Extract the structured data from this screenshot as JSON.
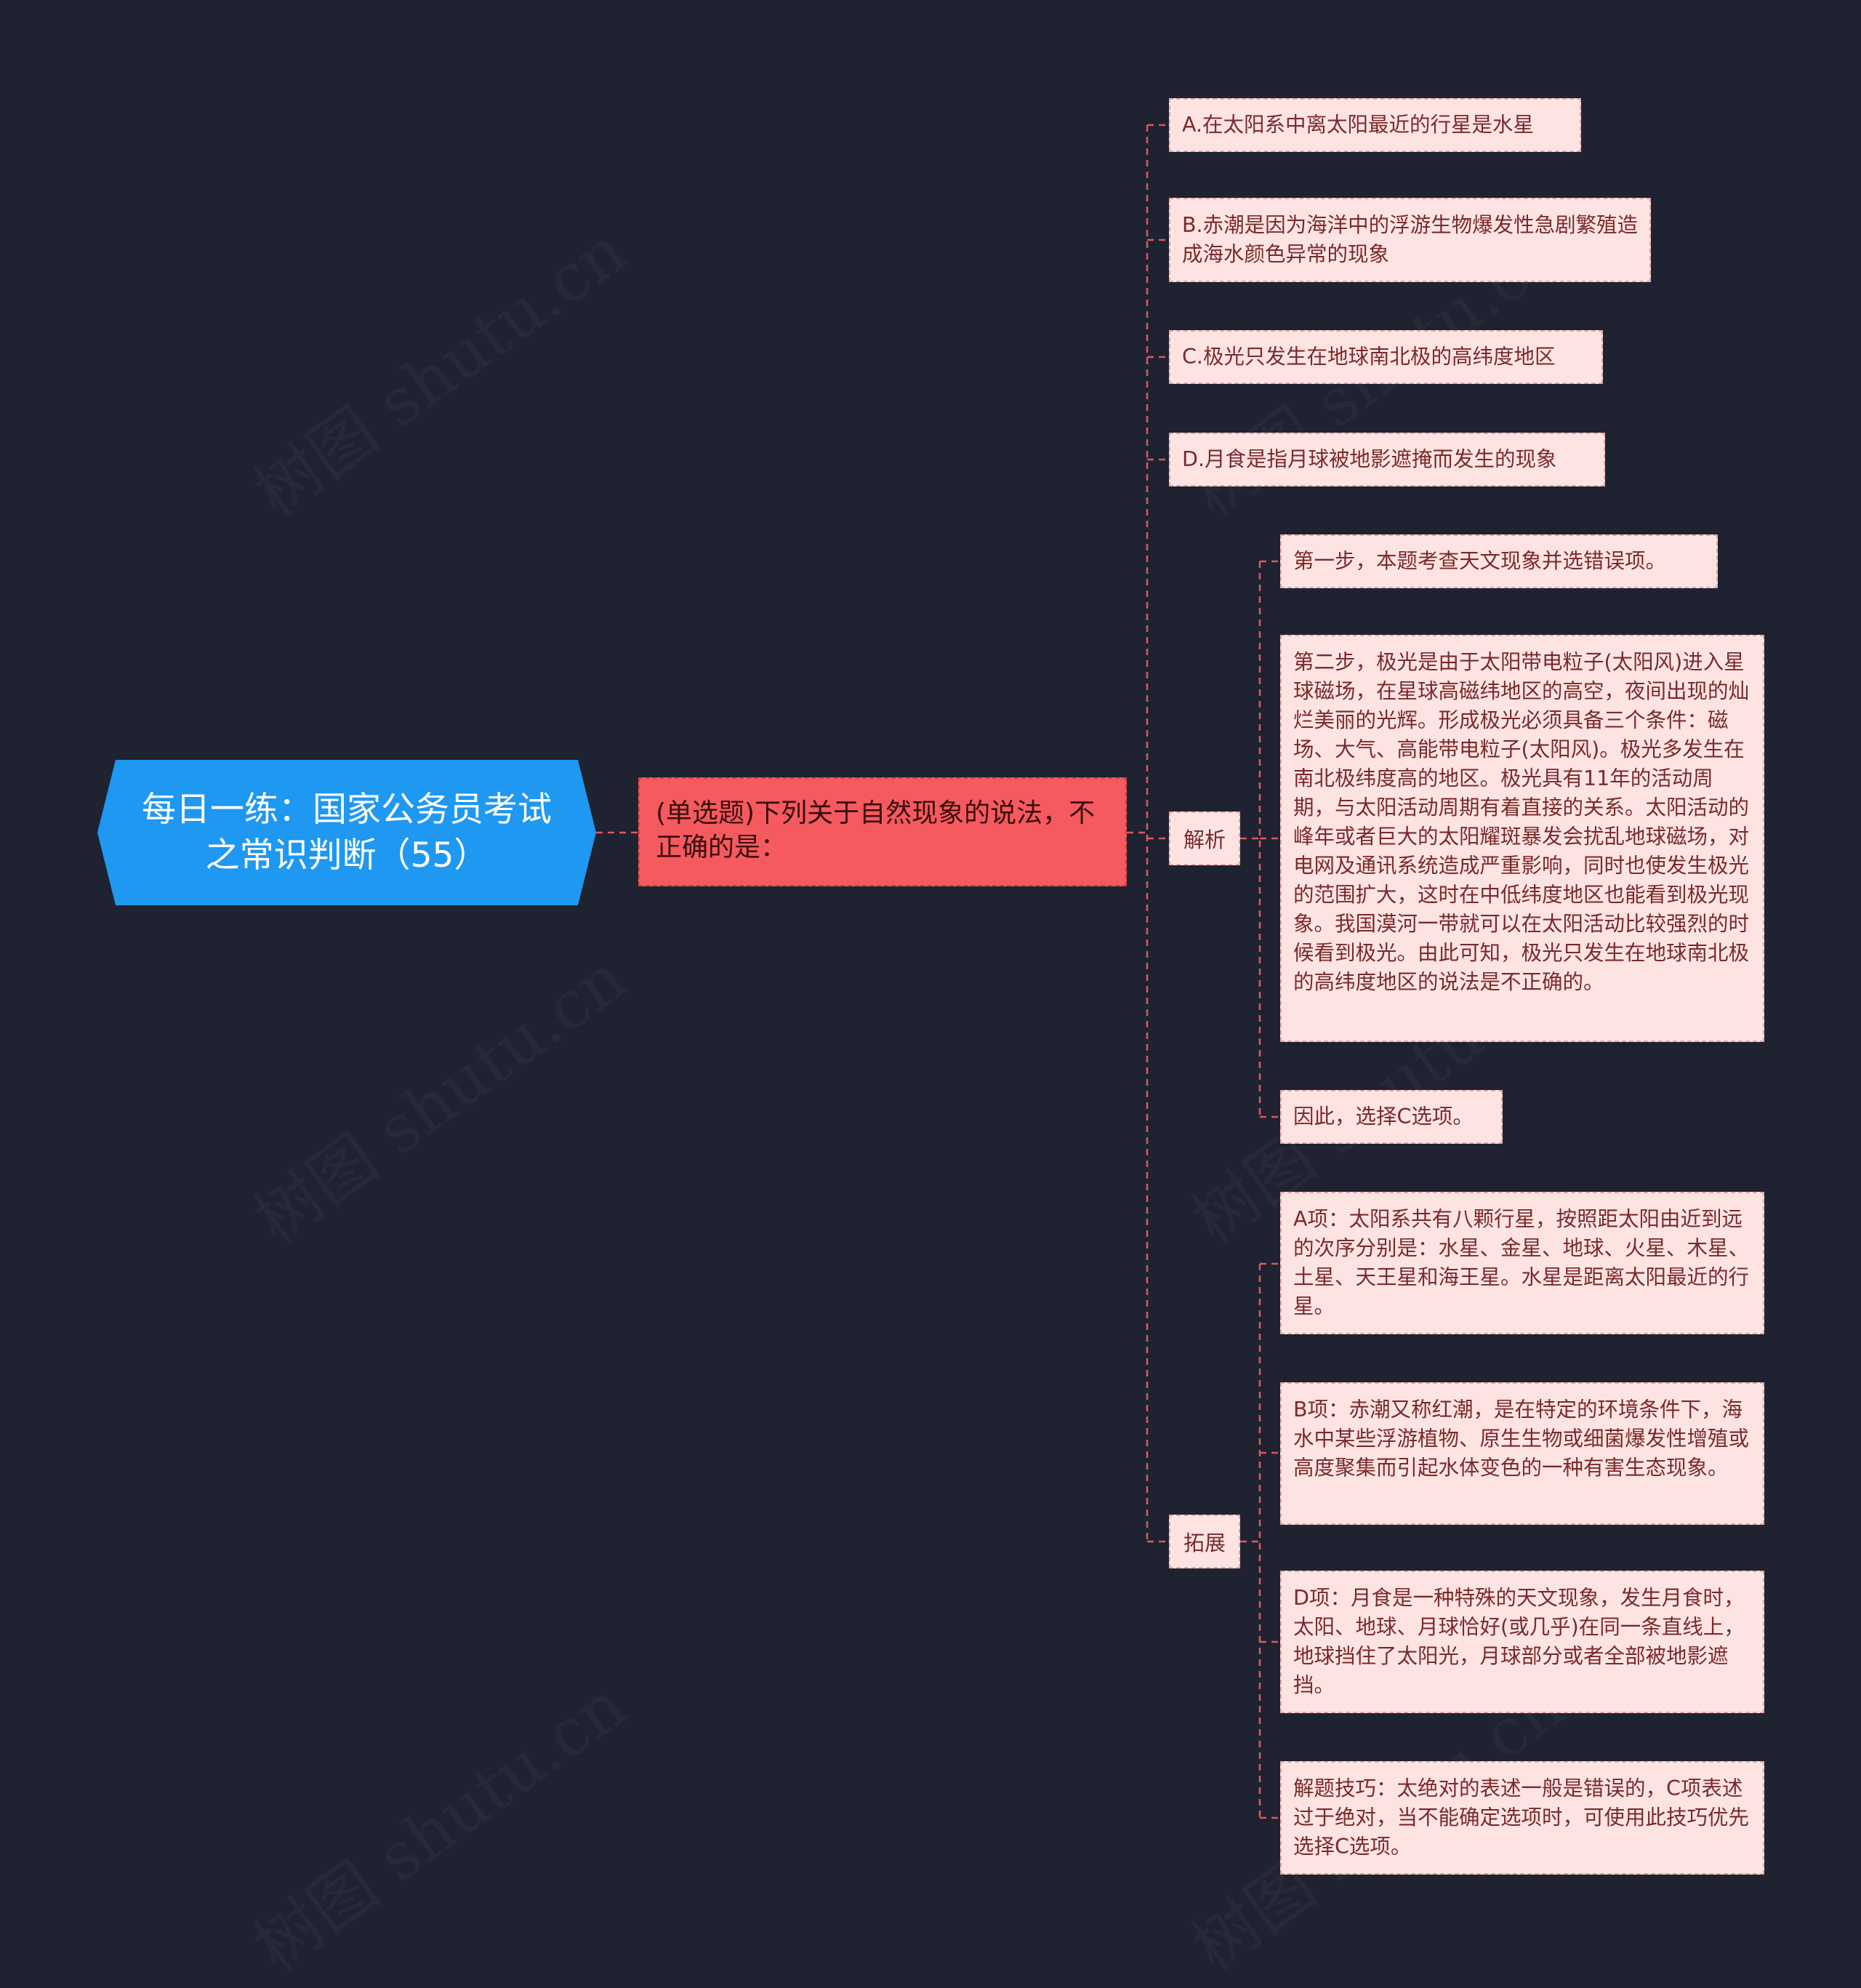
{
  "watermark": "树图 shutu.cn",
  "colors": {
    "background": "#1f2230",
    "root": "#1e98f0",
    "question": "#f45a5e",
    "node": "#fde4e2",
    "connector": "#e0585c"
  },
  "root": {
    "title": "每日一练：国家公务员考试之常识判断（55）"
  },
  "question": {
    "text": "(单选题)下列关于自然现象的说法，不正确的是："
  },
  "options": [
    "A.在太阳系中离太阳最近的行星是水星",
    "B.赤潮是因为海洋中的浮游生物爆发性急剧繁殖造成海水颜色异常的现象",
    "C.极光只发生在地球南北极的高纬度地区",
    "D.月食是指月球被地影遮掩而发生的现象"
  ],
  "analysis": {
    "label": "解析",
    "items": [
      "第一步，本题考查天文现象并选错误项。",
      "第二步，极光是由于太阳带电粒子(太阳风)进入星球磁场，在星球高磁纬地区的高空，夜间出现的灿烂美丽的光辉。形成极光必须具备三个条件：磁场、大气、高能带电粒子(太阳风)。极光多发生在南北极纬度高的地区。极光具有11年的活动周期，与太阳活动周期有着直接的关系。太阳活动的峰年或者巨大的太阳耀斑暴发会扰乱地球磁场，对电网及通讯系统造成严重影响，同时也使发生极光的范围扩大，这时在中低纬度地区也能看到极光现象。我国漠河一带就可以在太阳活动比较强烈的时候看到极光。由此可知，极光只发生在地球南北极的高纬度地区的说法是不正确的。",
      "因此，选择C选项。"
    ]
  },
  "extension": {
    "label": "拓展",
    "items": [
      "A项：太阳系共有八颗行星，按照距太阳由近到远的次序分别是：水星、金星、地球、火星、木星、土星、天王星和海王星。水星是距离太阳最近的行星。",
      "B项：赤潮又称红潮，是在特定的环境条件下，海水中某些浮游植物、原生生物或细菌爆发性增殖或高度聚集而引起水体变色的一种有害生态现象。",
      "D项：月食是一种特殊的天文现象，发生月食时，太阳、地球、月球恰好(或几乎)在同一条直线上，地球挡住了太阳光，月球部分或者全部被地影遮挡。",
      "解题技巧：太绝对的表述一般是错误的，C项表述过于绝对，当不能确定选项时，可使用此技巧优先选择C选项。"
    ]
  }
}
